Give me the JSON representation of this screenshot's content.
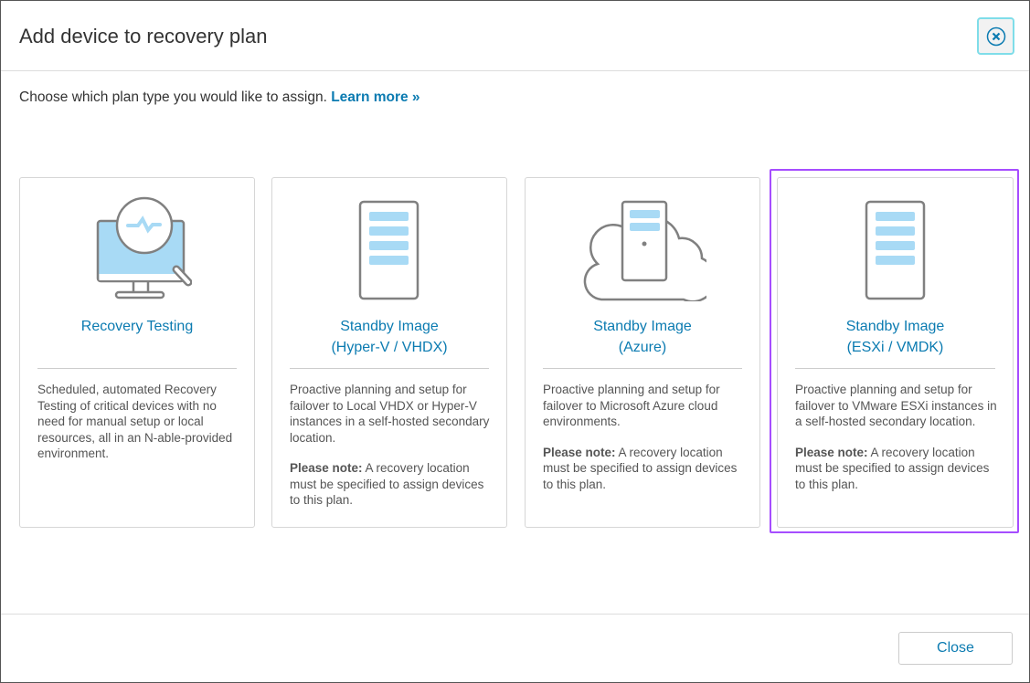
{
  "dialog": {
    "title": "Add device to recovery plan",
    "close_icon": "close-circle-icon"
  },
  "intro": {
    "text": "Choose which plan type you would like to assign. ",
    "link": "Learn more »"
  },
  "cards": [
    {
      "icon": "monitor-magnifier-icon",
      "title1": "Recovery Testing",
      "title2": "",
      "desc": "Scheduled, automated Recovery Testing of critical devices with no need for manual setup or local resources, all in an N-able-provided environment.",
      "note_label": "",
      "note": ""
    },
    {
      "icon": "server-icon",
      "title1": "Standby Image",
      "title2": "(Hyper-V / VHDX)",
      "desc": "Proactive planning and setup for failover to Local VHDX or Hyper-V instances in a self-hosted secondary location.",
      "note_label": "Please note:",
      "note": " A recovery location must be specified to assign devices to this plan."
    },
    {
      "icon": "cloud-server-icon",
      "title1": "Standby Image",
      "title2": "(Azure)",
      "desc": "Proactive planning and setup for failover to Microsoft Azure cloud environments.",
      "note_label": "Please note:",
      "note": " A recovery location must be specified to assign devices to this plan."
    },
    {
      "icon": "server-icon",
      "title1": "Standby Image",
      "title2": "(ESXi / VMDK)",
      "desc": "Proactive planning and setup for failover to VMware ESXi instances in a self-hosted secondary location.",
      "note_label": "Please note:",
      "note": " A recovery location must be specified to assign devices to this plan.",
      "selected": true
    }
  ],
  "footer": {
    "close_label": "Close"
  },
  "colors": {
    "accent": "#0b7bb1",
    "selected_border": "#a64dff",
    "icon_fill": "#a8daf5",
    "icon_stroke": "#808080"
  }
}
